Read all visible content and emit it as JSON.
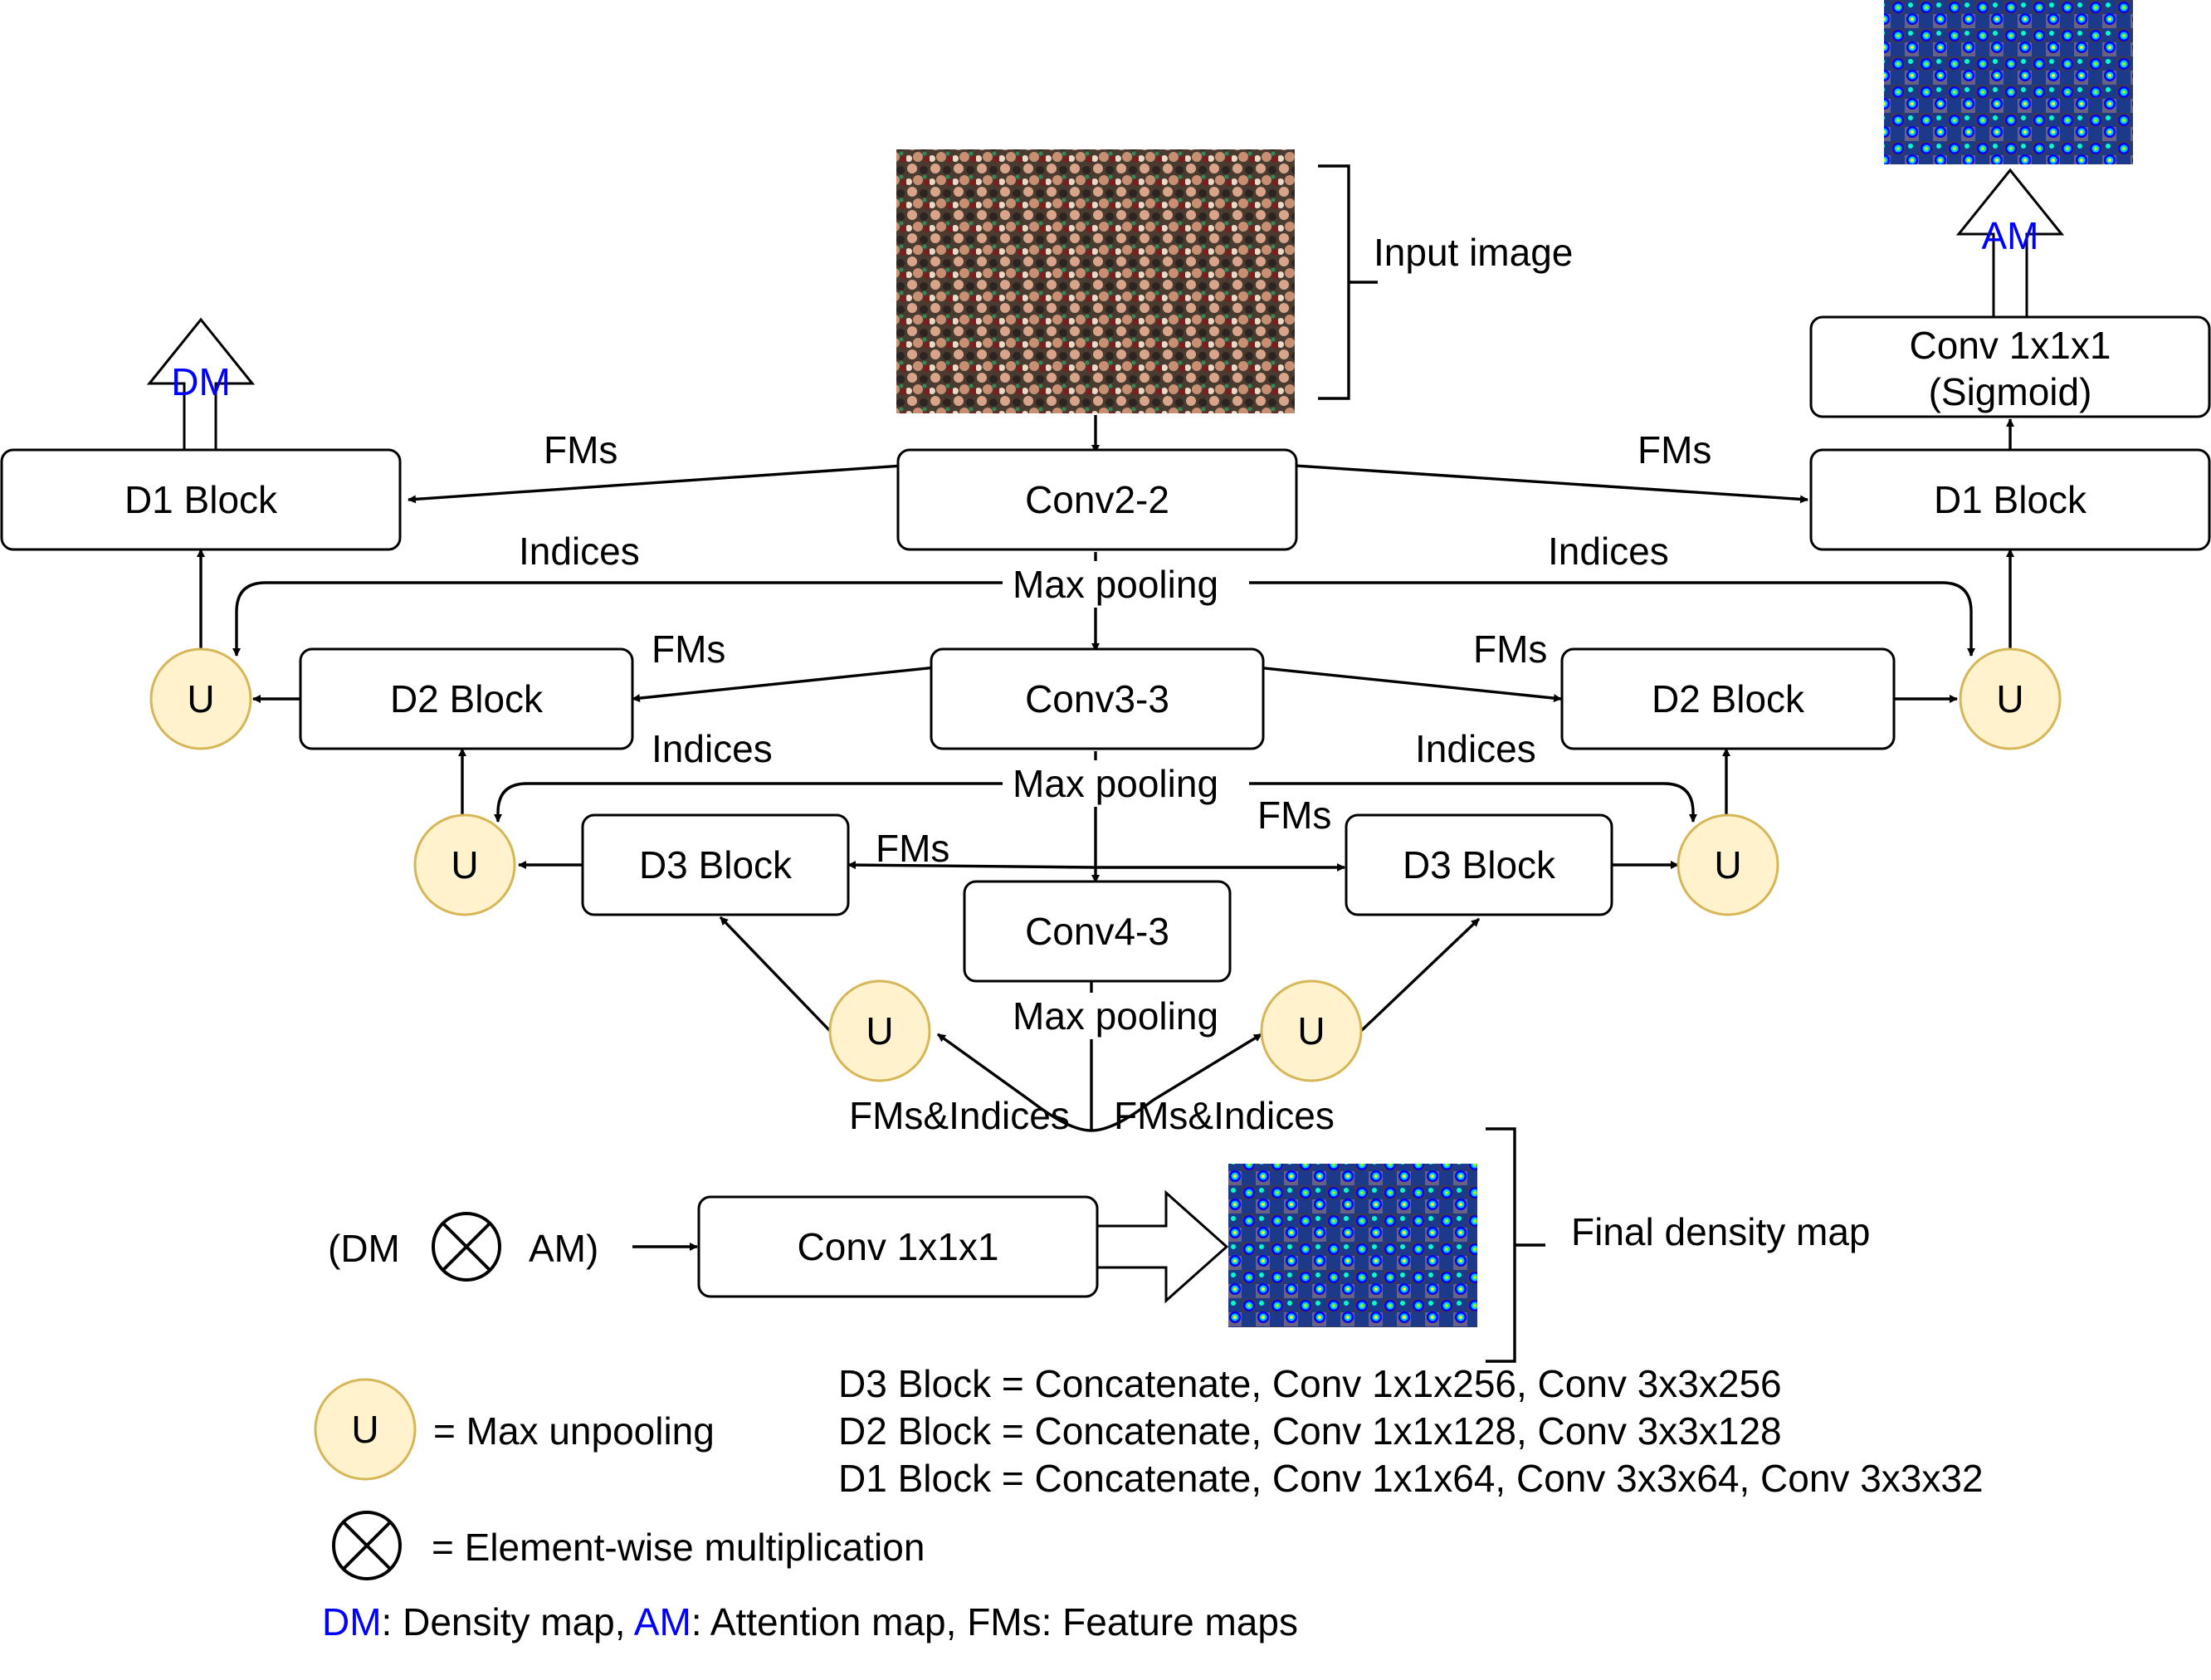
{
  "blocks": {
    "conv2": "Conv2-2",
    "conv3": "Conv3-3",
    "conv4": "Conv4-3",
    "d1": "D1 Block",
    "d2": "D2 Block",
    "d3": "D3 Block",
    "conv_sig_line1": "Conv 1x1x1",
    "conv_sig_line2": "(Sigmoid)",
    "conv_final": "Conv 1x1x1"
  },
  "labels": {
    "fms": "FMs",
    "indices": "Indices",
    "max_pooling": "Max pooling",
    "fms_indices": "FMs&Indices",
    "unpool": "U",
    "input_image": "Input image",
    "final_density_map": "Final density map",
    "dm": "DM",
    "am": "AM",
    "formula_left": "(DM",
    "formula_right": "AM)"
  },
  "legend": {
    "max_unpooling": "= Max unpooling",
    "elementwise": "= Element-wise multiplication",
    "d3_def": "D3 Block = Concatenate, Conv 1x1x256, Conv 3x3x256",
    "d2_def": "D2 Block = Concatenate, Conv 1x1x128, Conv 3x3x128",
    "d1_def": "D1 Block = Concatenate, Conv 1x1x64, Conv 3x3x64, Conv 3x3x32",
    "abbr_dm": "DM",
    "abbr_dm_text": ": Density map, ",
    "abbr_am": "AM",
    "abbr_am_text": ": Attention map, FMs: Feature maps"
  },
  "colors": {
    "unpool_fill": "#fff2cc",
    "unpool_stroke": "#d6b656",
    "abbr_blue": "#0000ff"
  }
}
